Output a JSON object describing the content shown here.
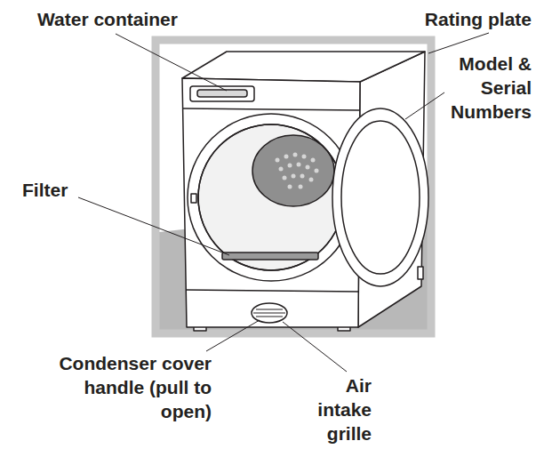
{
  "diagram": {
    "labels": [
      "Water container",
      "Rating plate",
      "Filter",
      "Model & Serial Numbers",
      "Condenser cover handle (pull to open)",
      "Air intake grille"
    ]
  }
}
